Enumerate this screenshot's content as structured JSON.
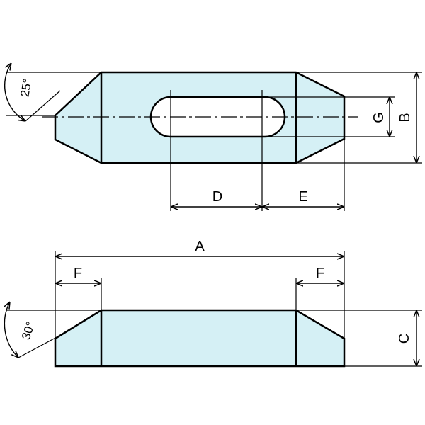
{
  "labels": {
    "A": "A",
    "B": "B",
    "C": "C",
    "D": "D",
    "E": "E",
    "F_left": "F",
    "F_right": "F",
    "G": "G"
  },
  "angles": {
    "top": "25°",
    "bottom": "30°"
  },
  "colors": {
    "fill": "#d5f0f5",
    "stroke": "#000000",
    "background": "#ffffff"
  }
}
